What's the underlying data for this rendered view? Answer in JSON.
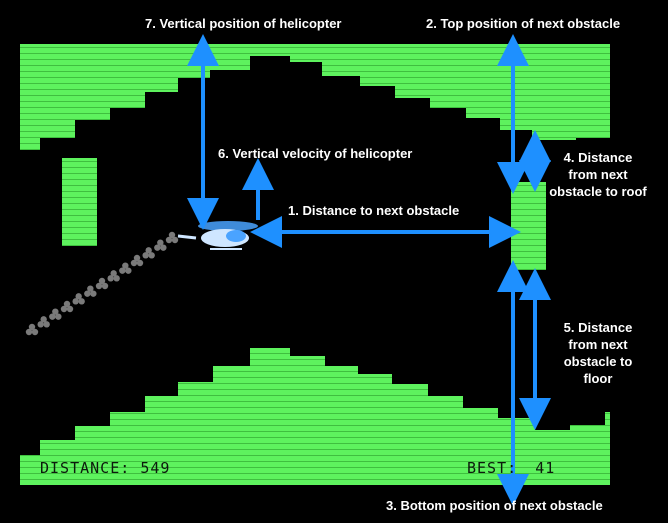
{
  "game": {
    "hud": {
      "distance_label": "DISTANCE:",
      "distance_value": "549",
      "best_label": "BEST:",
      "best_value": "41"
    },
    "colors": {
      "background": "#000000",
      "terrain": "#5ef25e",
      "terrain_stripe": "#3fbf3f",
      "arrow": "#1e90ff",
      "label_text": "#ffffff",
      "smoke": "#7a7a7a",
      "helicopter_body": "#cfe6ff",
      "helicopter_rotor": "#4aa3ff"
    },
    "icons": {
      "helicopter": "helicopter-icon",
      "smoke": "smoke-trail"
    }
  },
  "annotations": {
    "a1": "1. Distance to next obstacle",
    "a2": "2. Top position of next obstacle",
    "a3": "3. Bottom position of next obstacle",
    "a4": "4. Distance from next obstacle to roof",
    "a5": "5. Distance from next obstacle to floor",
    "a6": "6. Vertical velocity of helicopter",
    "a7": "7. Vertical position of helicopter"
  }
}
